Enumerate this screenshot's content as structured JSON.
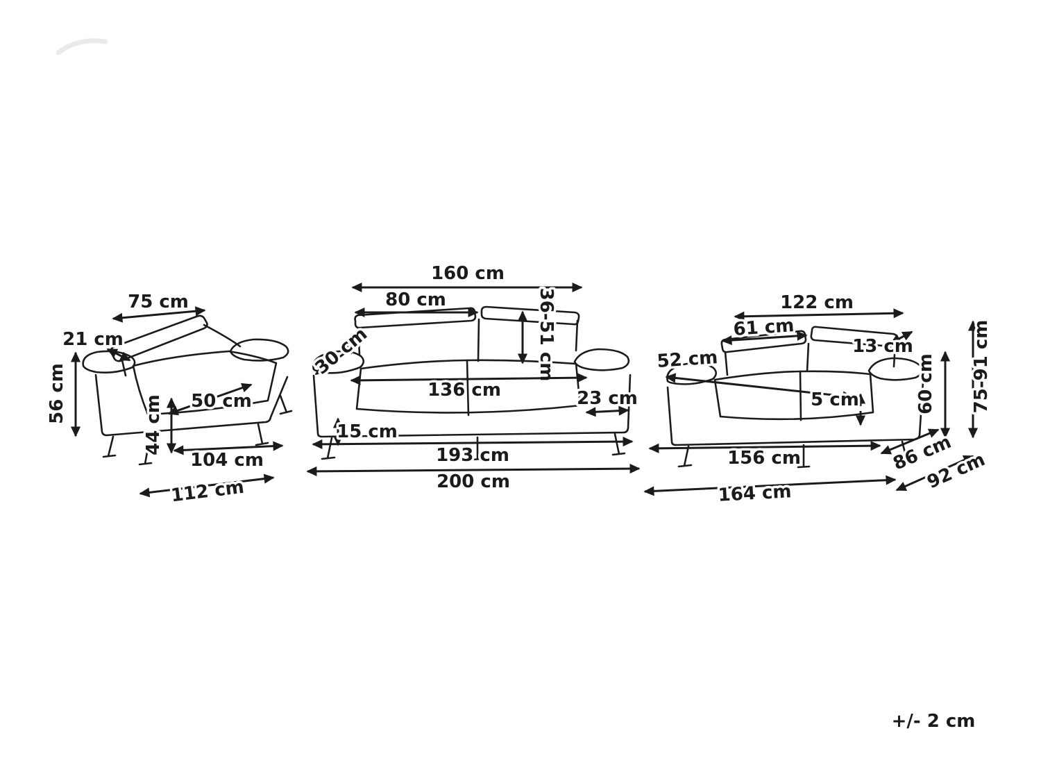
{
  "note": {
    "tolerance": "+/- 2 cm"
  },
  "armchair": {
    "headrest_width": "75 cm",
    "headrest_gap": "21 cm",
    "armrest_height": "56 cm",
    "seat_width": "50 cm",
    "seat_height": "44 cm",
    "inner_width": "104 cm",
    "overall_width": "112 cm"
  },
  "sofa_three": {
    "backrest_width": "160 cm",
    "headrest_width": "80 cm",
    "headrest_height": "36-51 cm",
    "armrest_depth": "30 cm",
    "seat_width": "136 cm",
    "armrest_width": "23 cm",
    "leg_height": "15 cm",
    "base_width": "193 cm",
    "overall_width": "200 cm"
  },
  "sofa_two": {
    "backrest_width": "122 cm",
    "headrest_width": "61 cm",
    "headrest_thickness": "13 cm",
    "seat_depth": "52 cm",
    "headrest_gap": "5 cm",
    "back_height": "60 cm",
    "overall_height": "75-91 cm",
    "depth_inner": "86 cm",
    "overall_depth": "92 cm",
    "base_width": "156 cm",
    "overall_width": "164 cm"
  }
}
